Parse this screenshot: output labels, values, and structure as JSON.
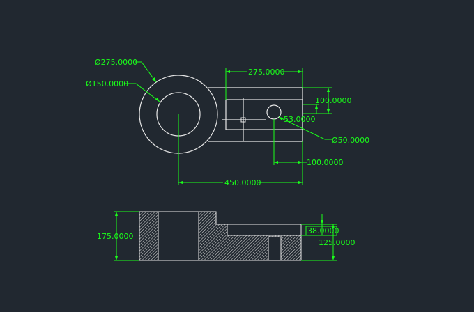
{
  "drawing": {
    "colors": {
      "background": "#212830",
      "geometry": "#e6e6e6",
      "dimension": "#1aff1a"
    },
    "top_view": {
      "dia_outer": "Ø275.0000",
      "dia_inner": "Ø150.0000",
      "len_275": "275.0000",
      "len_100_v": "100.0000",
      "len_53": "53.0000",
      "dia_slot": "Ø50.0000",
      "len_100_h": "100.0000",
      "len_450": "450.0000"
    },
    "section_view": {
      "height_175": "175.0000",
      "len_38": "38.0000",
      "len_125": "125.0000"
    }
  }
}
